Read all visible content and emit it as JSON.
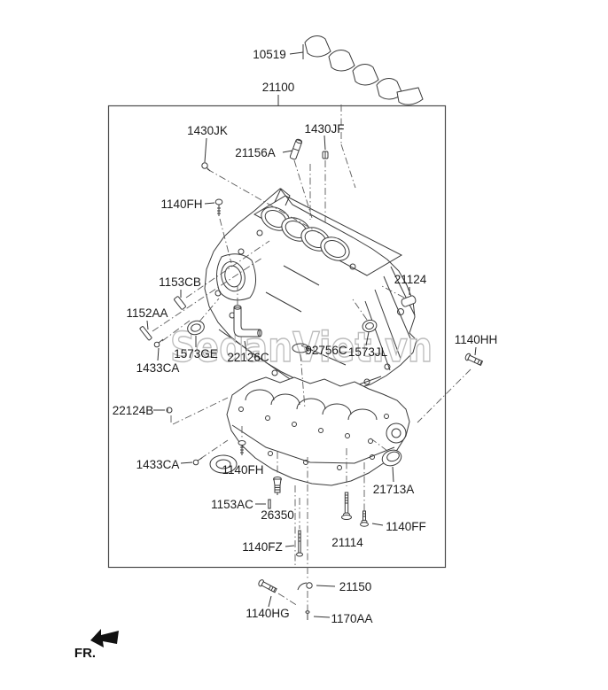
{
  "watermark": "SedanViet.vn",
  "direction_label": "FR.",
  "callouts": {
    "c10519": "10519",
    "c21100": "21100",
    "c1430JK": "1430JK",
    "c21156A": "21156A",
    "c1430JF": "1430JF",
    "c1140FH_upper": "1140FH",
    "c1153CB": "1153CB",
    "c1152AA": "1152AA",
    "c1433CA_upper": "1433CA",
    "c1573GE": "1573GE",
    "c22126C": "22126C",
    "c92756C": "92756C",
    "c1573JL": "1573JL",
    "c21124": "21124",
    "c1140HH": "1140HH",
    "c22124B": "22124B",
    "c1433CA_lower": "1433CA",
    "c1140FH_lower": "1140FH",
    "c21713A": "21713A",
    "c1153AC": "1153AC",
    "c26350": "26350",
    "c1140FZ": "1140FZ",
    "c21114": "21114",
    "c1140FF": "1140FF",
    "c21150": "21150",
    "c1140HG": "1140HG",
    "c1170AA": "1170AA"
  },
  "colors": {
    "line_art": "#3a3a3a",
    "label_text": "#1b1b1b",
    "watermark": "#bcbcbc",
    "background": "#ffffff"
  }
}
